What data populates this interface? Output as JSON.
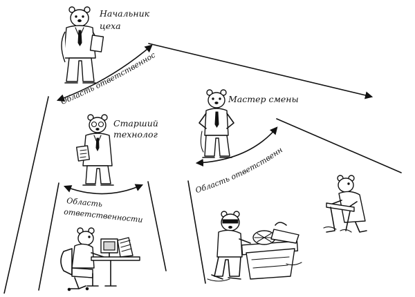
{
  "roles": {
    "shop_head": [
      "Начальник",
      "цеха"
    ],
    "senior_tech": [
      "Старший",
      "технолог"
    ],
    "shift_master": "Мастер смены"
  },
  "zones": {
    "top": "Область ответственности",
    "middle": "Область ответственности",
    "bottom": [
      "Область",
      "ответственности"
    ]
  },
  "colors": {
    "ink": "#111111",
    "paper": "#ffffff"
  }
}
